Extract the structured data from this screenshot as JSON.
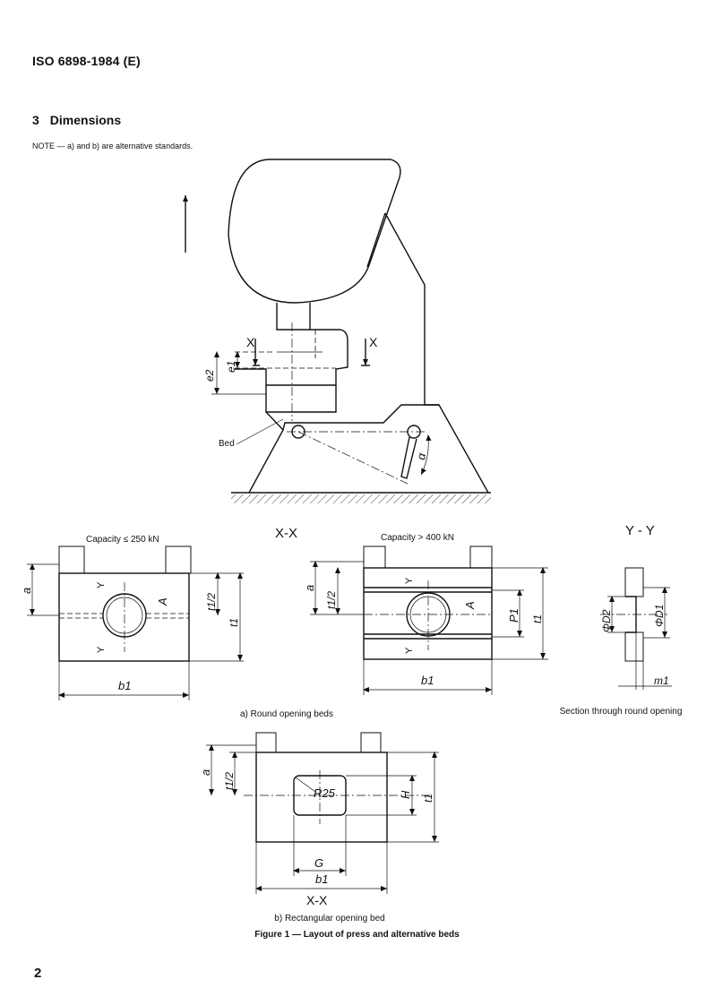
{
  "header": {
    "standard": "ISO 6898-1984 (E)"
  },
  "section": {
    "number": "3",
    "title": "Dimensions"
  },
  "note": "NOTE — a) and b) are alternative standards.",
  "press": {
    "bed_label": "Bed",
    "x": "X",
    "e2": "e2",
    "e1": "e1",
    "alpha": "α"
  },
  "bed_round_small": {
    "capacity": "Capacity ≤ 250 kN",
    "a": "a",
    "t1_half": "t1/2",
    "A": "A",
    "t1": "t1",
    "b1": "b1",
    "Y": "Y"
  },
  "section_xx": "X-X",
  "bed_round_large": {
    "capacity": "Capacity > 400 kN",
    "a": "a",
    "t1_half": "t1/2",
    "A": "A",
    "P1": "P1",
    "t1": "t1",
    "b1": "b1",
    "Y": "Y"
  },
  "section_yy": {
    "title": "Y - Y",
    "D2": "ΦD2",
    "D1": "ΦD1",
    "m1": "m1"
  },
  "captions": {
    "round": "a) Round opening beds",
    "section": "Section through round opening",
    "rect": "b) Rectangular opening bed"
  },
  "bed_rect": {
    "a": "a",
    "t1_half": "t1/2",
    "R": "R25",
    "H": "H",
    "t1": "t1",
    "G": "G",
    "b1": "b1",
    "xx": "X-X"
  },
  "figure_title": "Figure 1 — Layout of press and alternative beds",
  "page_number": "2"
}
